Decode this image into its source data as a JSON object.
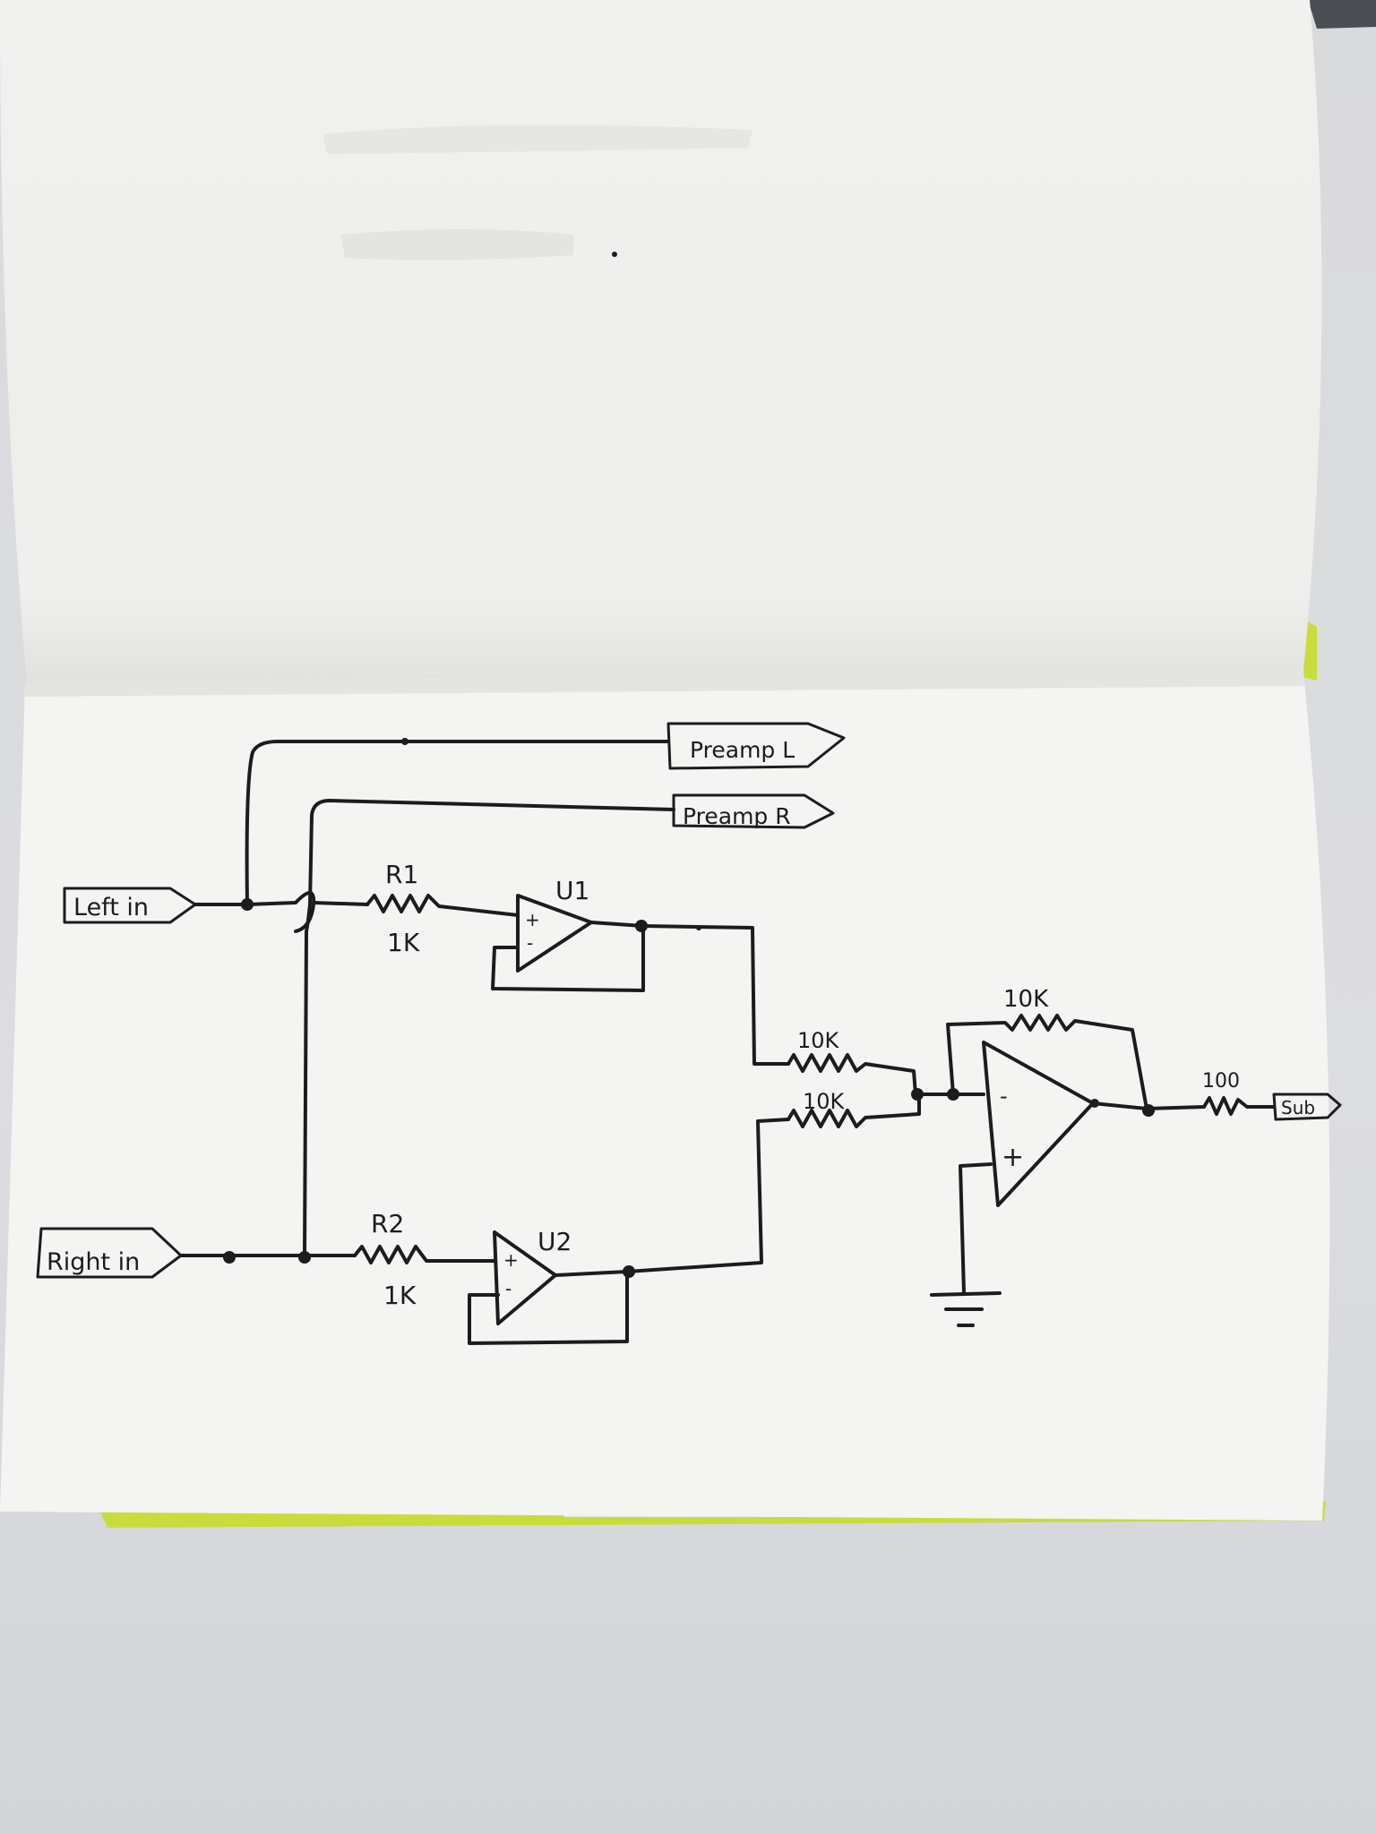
{
  "labels": {
    "left_in": "Left in",
    "right_in": "Right in",
    "preamp_l": "Preamp L",
    "preamp_r": "Preamp R",
    "sub": "Sub",
    "r1": "R1",
    "r1_value": "1K",
    "r2": "R2",
    "r2_value": "1K",
    "u1": "U1",
    "u2": "U2",
    "u1_plus": "+",
    "u1_minus": "-",
    "u2_plus": "+",
    "u2_minus": "-",
    "mix_resistor_top": "10K",
    "mix_resistor_bottom": "10K",
    "feedback_resistor": "10K",
    "output_resistor": "100",
    "u3_minus": "-",
    "u3_plus": "+"
  },
  "colors": {
    "ink": "#1c1c1c",
    "paper": "#f4f4f2",
    "cover_accent": "#c9dc3c",
    "desk": "#dbdcdf"
  }
}
